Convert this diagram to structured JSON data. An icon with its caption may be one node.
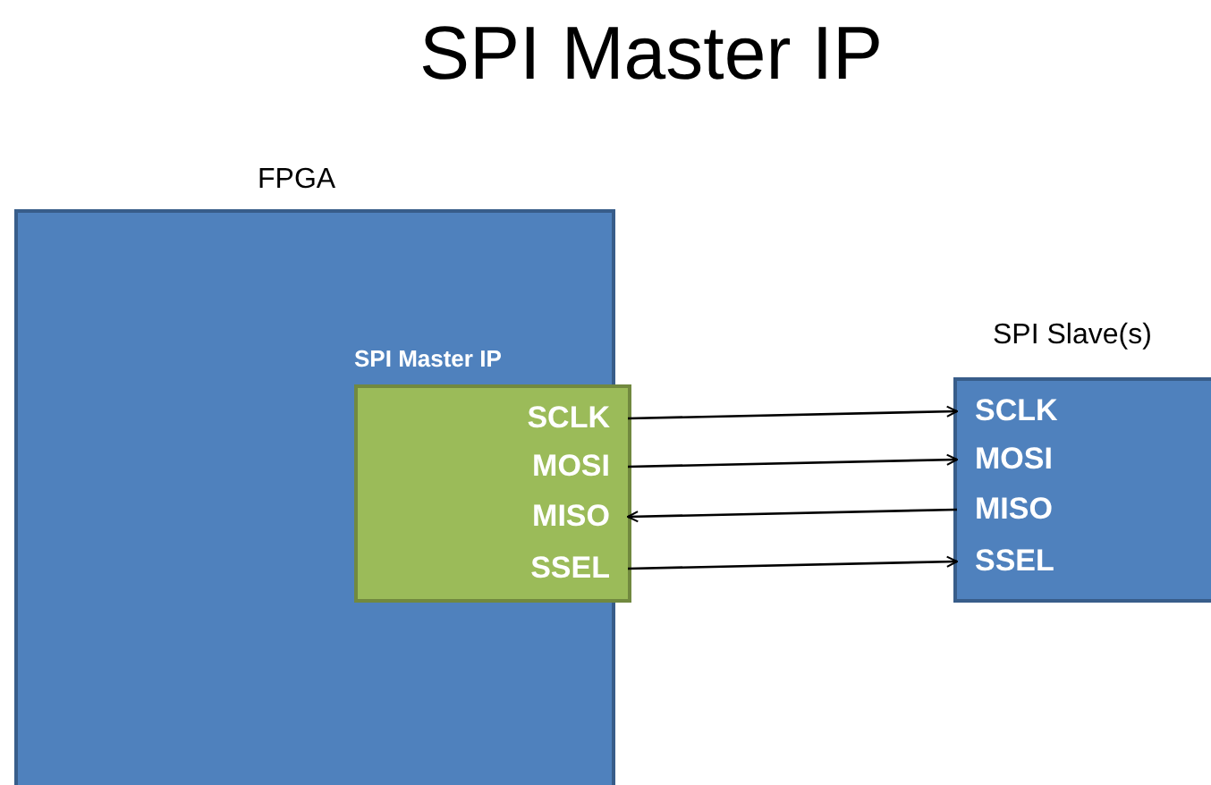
{
  "diagram": {
    "title": "SPI Master IP",
    "nodes": [
      {
        "text": [
          "FPGA"
        ]
      },
      {
        "text": [
          "SPI Master IP"
        ],
        "in": 0
      },
      {
        "text": [
          "SCLK"
        ],
        "in": 1
      },
      {
        "text": [
          "MOSI"
        ],
        "in": 1
      },
      {
        "text": [
          "MISO"
        ],
        "in": 1
      },
      {
        "text": [
          "SSEL"
        ],
        "in": 1
      },
      {
        "text": [
          "SPI Slave(s)"
        ]
      },
      {
        "text": [
          "SCLK"
        ],
        "in": 6
      },
      {
        "text": [
          "MOSI"
        ],
        "in": 6
      },
      {
        "text": [
          "MISO"
        ],
        "in": 6
      },
      {
        "text": [
          "SSEL"
        ],
        "in": 6
      }
    ],
    "edges": [
      {
        "from": 2,
        "to": 7,
        "arrow": "to"
      },
      {
        "from": 3,
        "to": 8,
        "arrow": "to"
      },
      {
        "from": 9,
        "to": 4,
        "arrow": "to"
      },
      {
        "from": 5,
        "to": 10,
        "arrow": "to"
      }
    ]
  }
}
